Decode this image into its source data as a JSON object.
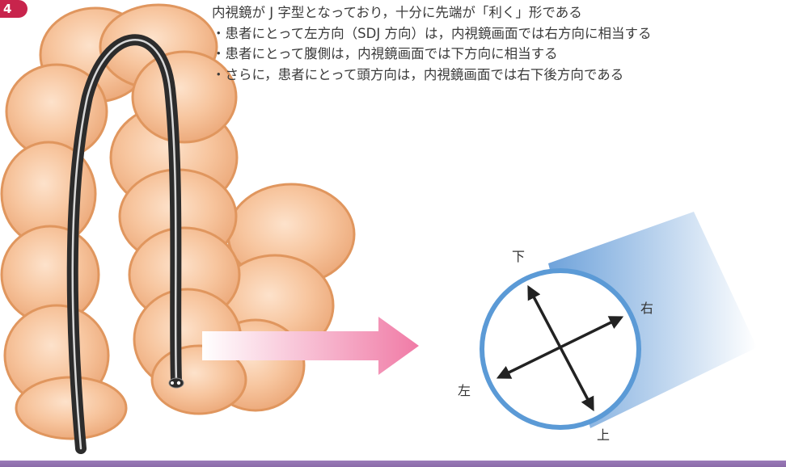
{
  "figure": {
    "number": "4"
  },
  "caption": {
    "heading": "内視鏡が J 字型となっており，十分に先端が「利く」形である",
    "bullets": [
      "・患者にとって左方向（SDJ 方向）は，内視鏡画面では右方向に相当する",
      "・患者にとって腹側は，内視鏡画面では下方向に相当する",
      "・さらに，患者にとって頭方向は，内視鏡画面では右下後方向である"
    ]
  },
  "view": {
    "directions": {
      "down": "下",
      "right": "右",
      "left": "左",
      "up": "上"
    }
  },
  "colors": {
    "badge": "#c8244c",
    "colon_fill": "#f6c49c",
    "colon_outline": "#e0965e",
    "scope": "#2c2c2c",
    "arrow": "#f080a8",
    "lumen_ring": "#5b9ad6",
    "rule": "#9a7ab8"
  }
}
